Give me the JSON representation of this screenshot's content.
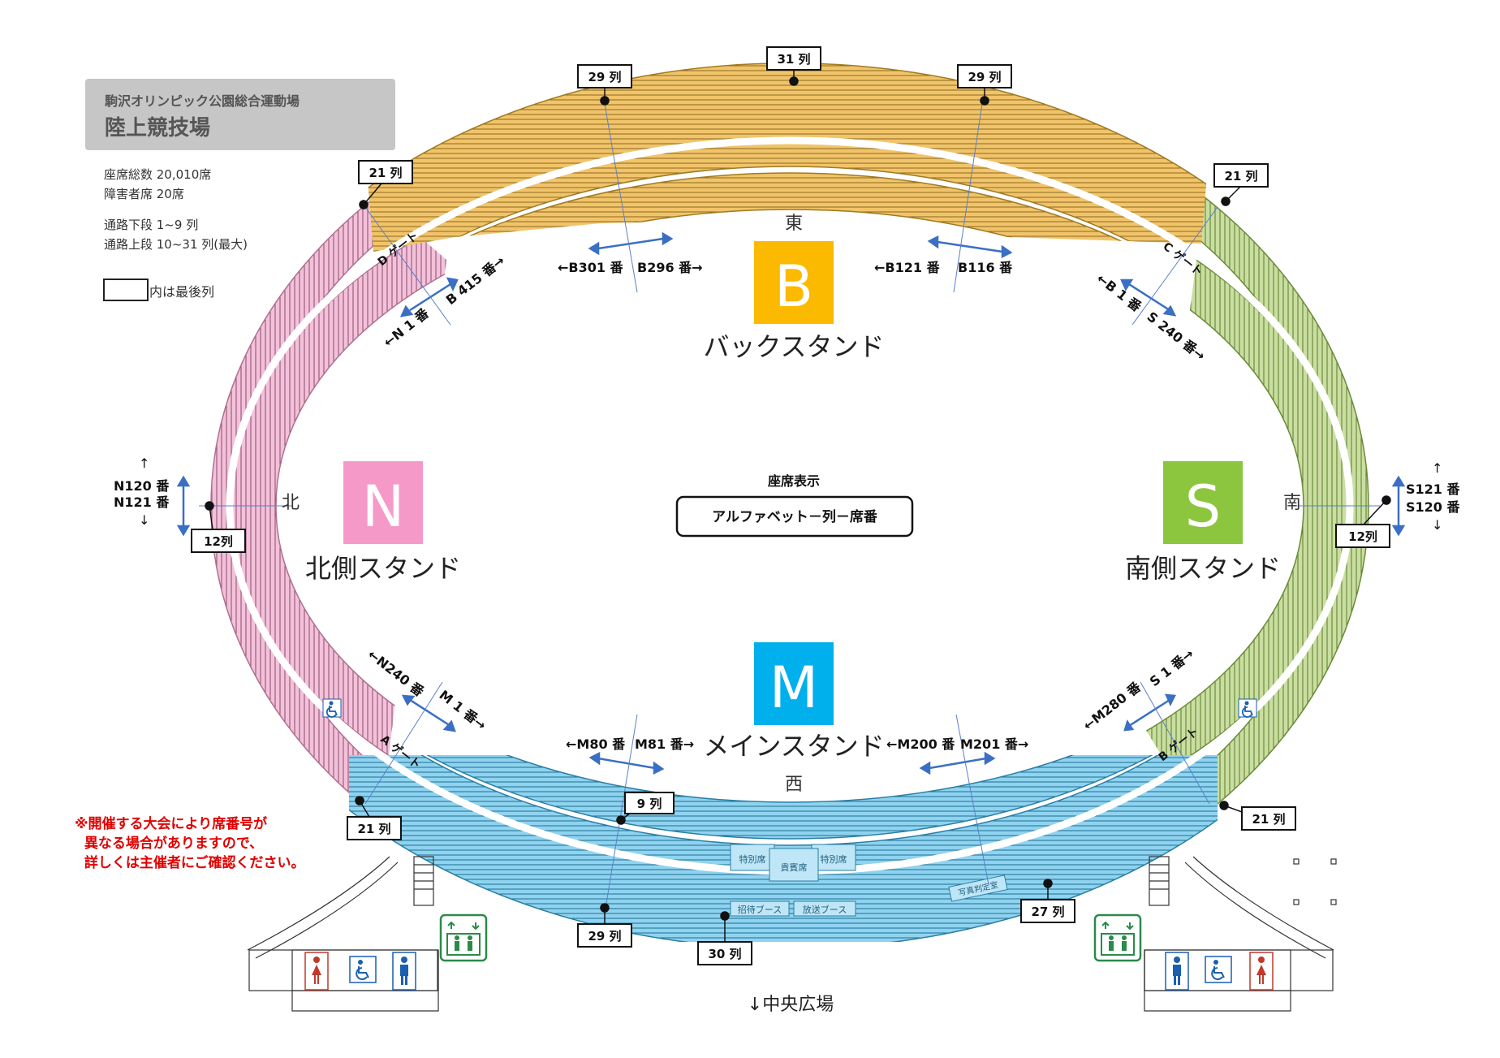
{
  "venue": {
    "subtitle": "駒沢オリンピック公園総合運動場",
    "title": "陸上競技場"
  },
  "info": {
    "capacity": "座席総数  20,010席",
    "accessible": "障害者席  20席",
    "lower": "通路下段  1~9 列",
    "upper": "通路上段  10~31 列(最大)",
    "legend": "内は最後列"
  },
  "stands": {
    "B": {
      "letter": "B",
      "name": "バックスタンド",
      "direction": "東",
      "color": "#fbb900"
    },
    "N": {
      "letter": "N",
      "name": "北側スタンド",
      "direction": "北",
      "color": "#f59ac8"
    },
    "S": {
      "letter": "S",
      "name": "南側スタンド",
      "direction": "南",
      "color": "#8cc63f"
    },
    "M": {
      "letter": "M",
      "name": "メインスタンド",
      "direction": "西",
      "color": "#00b0ec"
    }
  },
  "seat_notation": {
    "heading": "座席表示",
    "format": "アルファベット－列－席番"
  },
  "gates": {
    "a": "A ゲート",
    "b": "B ゲート",
    "c": "C ゲート",
    "d": "D ゲート"
  },
  "row_labels": {
    "back_top_left": "29 列",
    "back_top_center": "31 列",
    "back_top_right": "29 列",
    "nw": "21 列",
    "ne": "21 列",
    "north_mid": "12列",
    "south_mid": "12列",
    "sw": "21 列",
    "se": "21 列",
    "main_lower": "9 列",
    "main_bottom_left": "29 列",
    "main_bottom_center": "30 列",
    "main_bottom_right": "27 列"
  },
  "seat_numbers": {
    "b301": "←B301 番",
    "b296": "B296 番→",
    "b121": "←B121 番",
    "b116": "B116 番",
    "n1": "←N 1 番",
    "b415": "B 415 番→",
    "b1": "←B 1 番",
    "s240": "S 240 番→",
    "n120": "N120 番",
    "n121": "N121 番",
    "s121": "S121 番",
    "s120": "S120 番",
    "n240": "←N240 番",
    "m1": "M 1 番→",
    "m280": "←M280 番",
    "s1": "S 1 番→",
    "m80": "←M80 番",
    "m81": "M81 番→",
    "m200": "←M200 番",
    "m201": "M201 番→",
    "up_arrow": "↑",
    "down_arrow": "↓"
  },
  "facilities": {
    "special_left": "特別席",
    "special_right": "特別席",
    "vip": "貴賓席",
    "command": "招待ブース",
    "broadcast": "放送ブース",
    "photo": "写真判定室"
  },
  "notice": "※開催する大会により席番号が\n  異なる場合がありますので、\n  詳しくは主催者にご確認ください。",
  "bottom_label": "↓中央広場",
  "icons": [
    "wheelchair-icon",
    "elevator-icon",
    "restroom-female-icon",
    "restroom-male-icon"
  ]
}
